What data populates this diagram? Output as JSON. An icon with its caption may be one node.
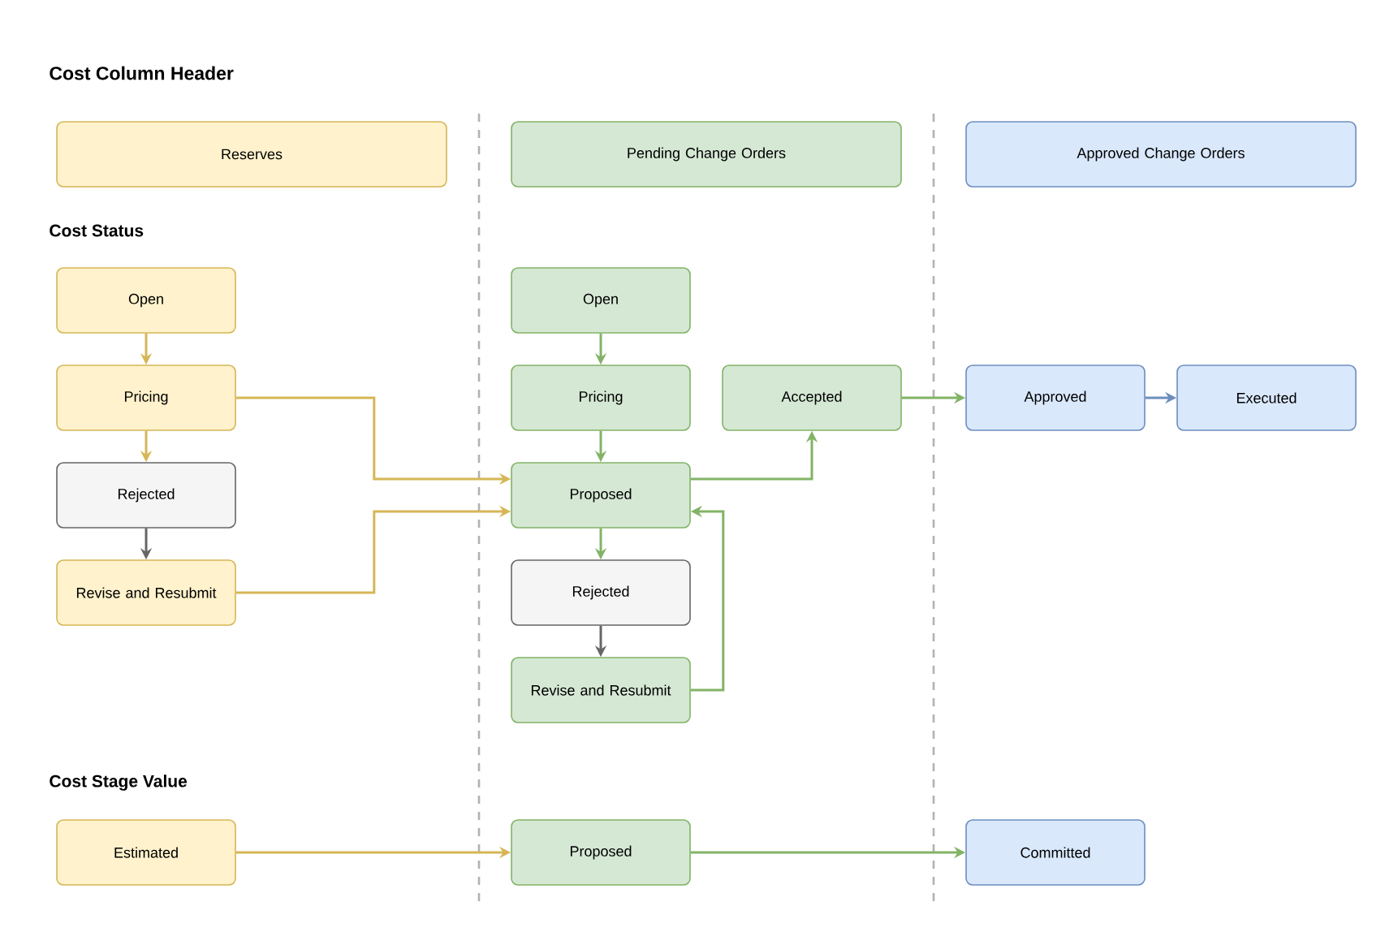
{
  "diagram": {
    "nodes": [
      {
        "text": [
          "Reserves"
        ]
      },
      {
        "text": [
          "Pending Change Orders"
        ]
      },
      {
        "text": [
          "Approved Change Orders"
        ]
      },
      {
        "text": [
          "Open"
        ]
      },
      {
        "text": [
          "Pricing"
        ]
      },
      {
        "text": [
          "Rejected"
        ]
      },
      {
        "text": [
          "Revise and Resubmit"
        ]
      },
      {
        "text": [
          "Open"
        ]
      },
      {
        "text": [
          "Pricing"
        ]
      },
      {
        "text": [
          "Accepted"
        ]
      },
      {
        "text": [
          "Approved"
        ]
      },
      {
        "text": [
          "Executed"
        ]
      },
      {
        "text": [
          "Proposed"
        ]
      },
      {
        "text": [
          "Rejected"
        ]
      },
      {
        "text": [
          "Revise and Resubmit"
        ]
      },
      {
        "text": [
          "Estimated"
        ]
      },
      {
        "text": [
          "Proposed"
        ]
      },
      {
        "text": [
          "Committed"
        ]
      }
    ],
    "edges": [
      {
        "from": 3,
        "to": 4,
        "arrow": "to",
        "color": "#d6b656"
      },
      {
        "from": 4,
        "to": 5,
        "arrow": "to",
        "color": "#d6b656"
      },
      {
        "from": 5,
        "to": 6,
        "arrow": "to",
        "color": "#666666"
      },
      {
        "from": 4,
        "to": 12,
        "arrow": "to",
        "color": "#d6b656"
      },
      {
        "from": 6,
        "to": 12,
        "arrow": "to",
        "color": "#d6b656"
      },
      {
        "from": 7,
        "to": 8,
        "arrow": "to"
      },
      {
        "from": 8,
        "to": 12,
        "arrow": "to"
      },
      {
        "from": 12,
        "to": 9,
        "arrow": "to"
      },
      {
        "from": 9,
        "to": 10,
        "arrow": "to"
      },
      {
        "from": 10,
        "to": 11,
        "arrow": "to",
        "color": "#6c8ebf"
      },
      {
        "from": 12,
        "to": 13,
        "arrow": "to"
      },
      {
        "from": 13,
        "to": 14,
        "arrow": "to",
        "color": "#666666"
      },
      {
        "from": 14,
        "to": 12,
        "arrow": "to"
      },
      {
        "from": 15,
        "to": 16,
        "arrow": "to",
        "color": "#d6b656"
      },
      {
        "from": 16,
        "to": 17,
        "arrow": "to"
      }
    ],
    "labels": [
      "Cost Column Header",
      "Cost Status",
      "Cost Stage Value"
    ]
  }
}
